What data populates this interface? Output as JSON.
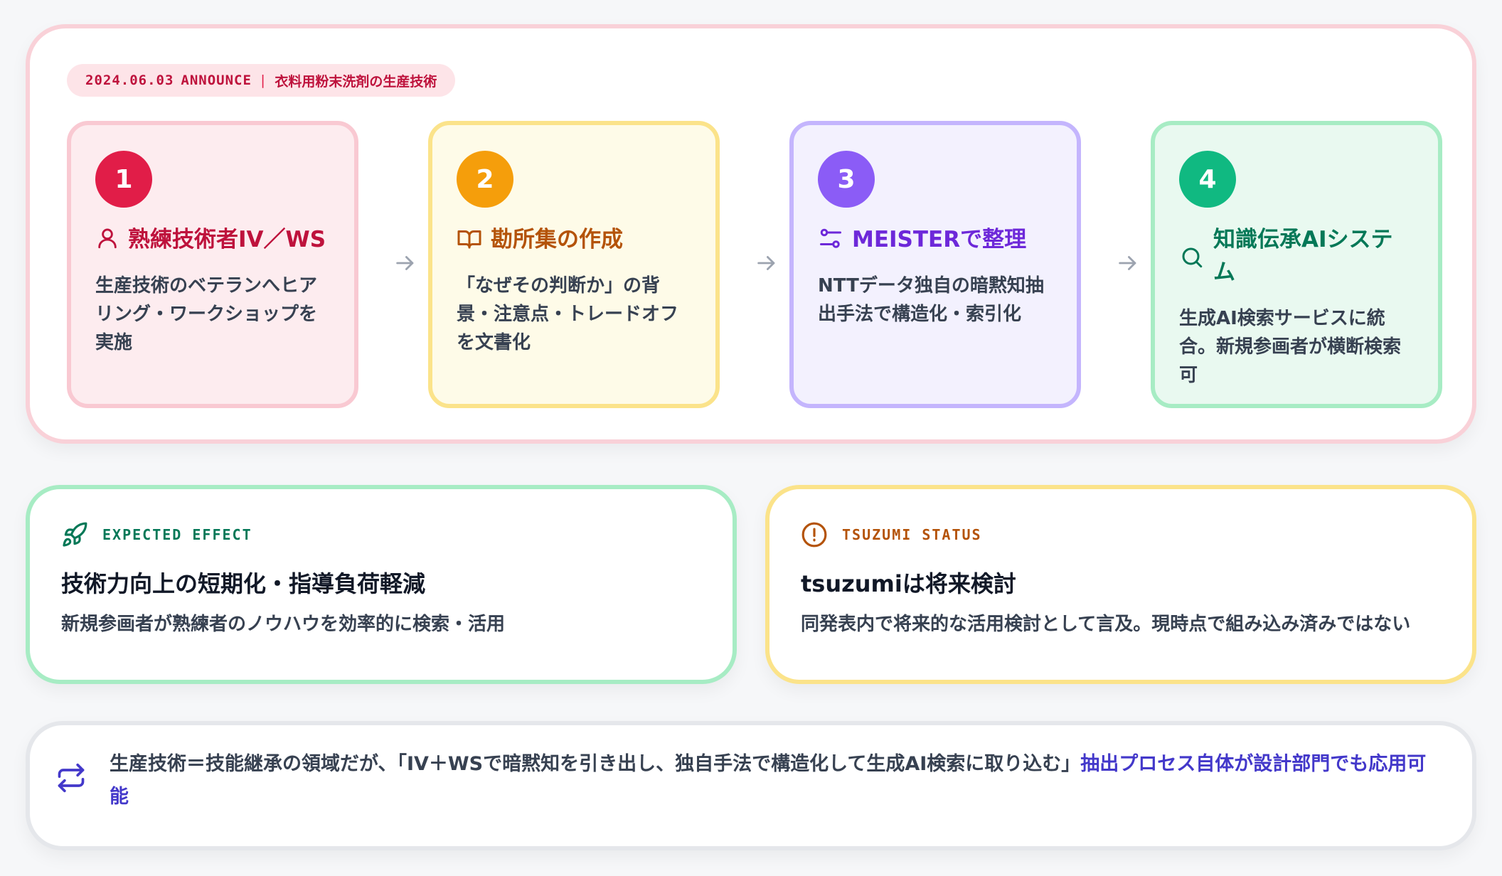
{
  "tag": {
    "date": "2024.06.03",
    "kind": "ANNOUNCE",
    "separator": "|",
    "subject": "衣料用粉末洗剤の生産技術"
  },
  "steps": [
    {
      "number": "1",
      "icon": "person-icon",
      "title": "熟練技術者IV／WS",
      "description": "生産技術のベテランへヒアリング・ワークショップを実施"
    },
    {
      "number": "2",
      "icon": "book-icon",
      "title": "勘所集の作成",
      "description": "「なぜその判断か」の背景・注意点・トレードオフを文書化"
    },
    {
      "number": "3",
      "icon": "sliders-icon",
      "title": "MEISTERで整理",
      "description": "NTTデータ独自の暗黙知抽出手法で構造化・索引化"
    },
    {
      "number": "4",
      "icon": "search-icon",
      "title": "知識伝承AIシステム",
      "description": "生成AI検索サービスに統合。新規参画者が横断検索可"
    }
  ],
  "effect": {
    "icon": "rocket-icon",
    "label": "EXPECTED EFFECT",
    "headline": "技術力向上の短期化・指導負荷軽減",
    "body": "新規参画者が熟練者のノウハウを効率的に検索・活用"
  },
  "status": {
    "icon": "alert-circle-icon",
    "label": "TSUZUMI STATUS",
    "headline": "tsuzumiは将来検討",
    "body": "同発表内で将来的な活用検討として言及。現時点で組み込み済みではない"
  },
  "note": {
    "icon": "repeat-icon",
    "text": "生産技術＝技能継承の領域だが、「IV＋WSで暗黙知を引き出し、独自手法で構造化して生成AI検索に取り込む」",
    "highlight": "抽出プロセス自体が設計部門でも応用可能"
  },
  "colors": {
    "step1": "#e11d48",
    "step2": "#f59e0b",
    "step3": "#8b5cf6",
    "step4": "#10b981",
    "accent": "#4338ca"
  }
}
